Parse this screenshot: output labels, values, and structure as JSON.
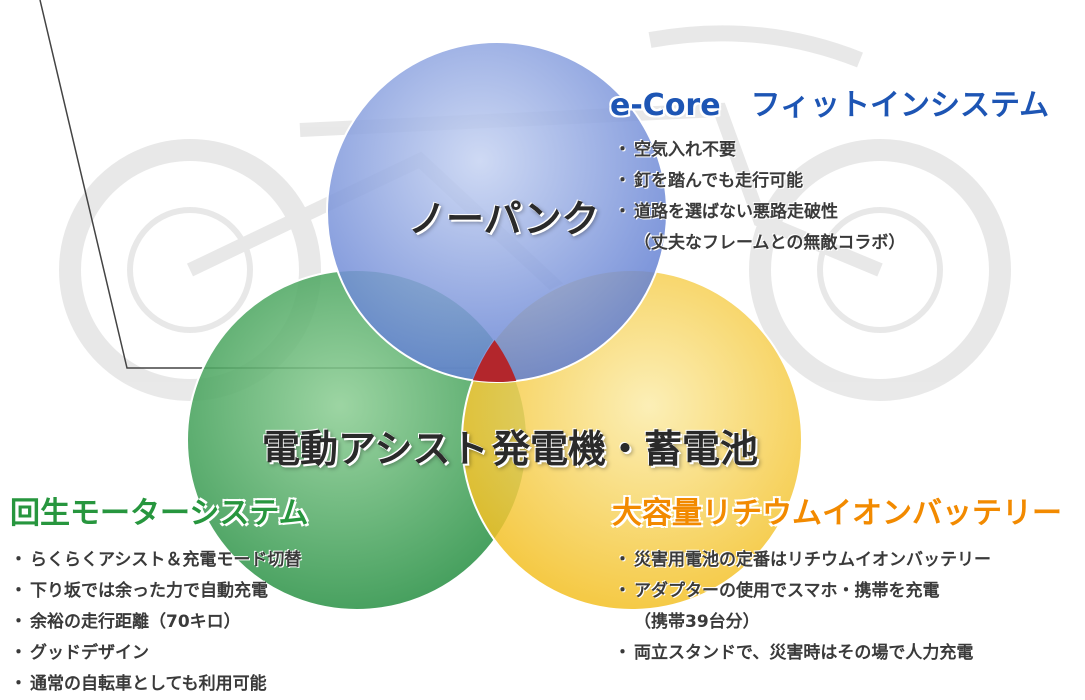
{
  "circles": [
    {
      "id": "nopunk",
      "label": "ノーパンク",
      "color": "#5b7fd3"
    },
    {
      "id": "assist",
      "label": "電動アシスト",
      "color": "#2f9a4a"
    },
    {
      "id": "battery",
      "label": "発電機・蓄電池",
      "color": "#f2c21c"
    }
  ],
  "center_color": "#b3262c",
  "sections": {
    "ecore": {
      "title": "e-Core　フィットインシステム",
      "title_color": "#1d55b4",
      "items": [
        "空気入れ不要",
        "釘を踏んでも走行可能",
        "道路を選ばない悪路走破性",
        "（丈夫なフレームとの無敵コラボ）"
      ]
    },
    "regen": {
      "title": "回生モーターシステム",
      "title_color": "#27963e",
      "items": [
        "らくらくアシスト＆充電モード切替",
        "下り坂では余った力で自動充電",
        "余裕の走行距離（70キロ）",
        "グッドデザイン",
        "通常の自転車としても利用可能"
      ]
    },
    "lithium": {
      "title": "大容量リチウムイオンバッテリー",
      "title_color": "#f28a00",
      "items": [
        "災害用電池の定番はリチウムイオンバッテリー",
        "アダプターの使用でスマホ・携帯を充電",
        "（携帯39台分）",
        "両立スタンドで、災害時はその場で人力充電"
      ]
    }
  }
}
